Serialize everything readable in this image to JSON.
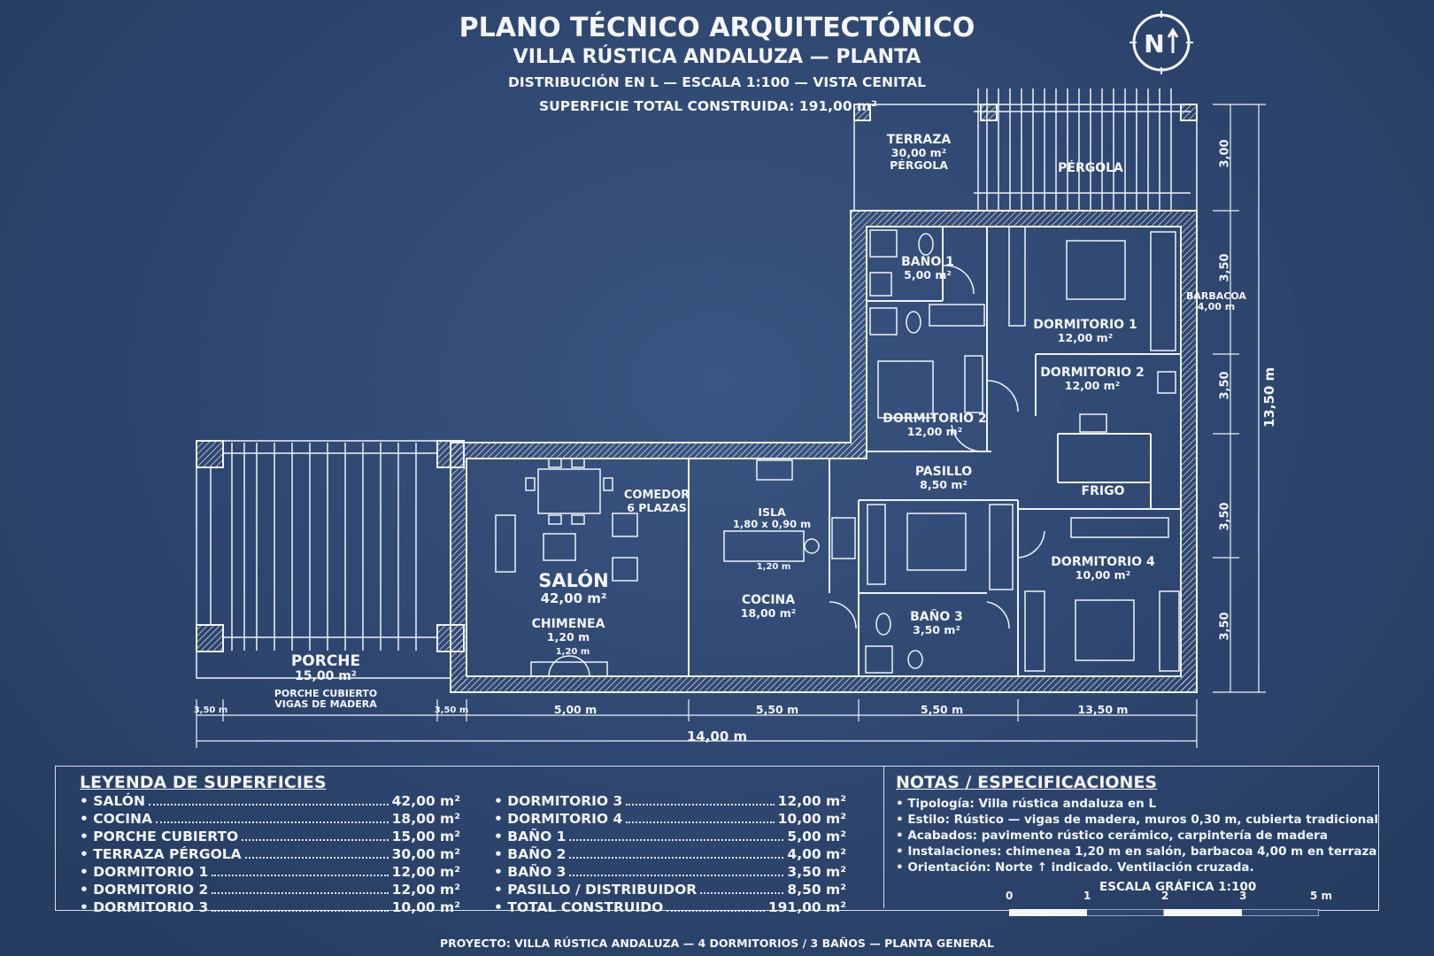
{
  "header": {
    "title": "PLANO TÉCNICO ARQUITECTÓNICO",
    "subtitle": "VILLA RÚSTICA ANDALUZA — PLANTA",
    "line3": "DISTRIBUCIÓN EN L — ESCALA 1:100 — VISTA CENITAL",
    "line4": "SUPERFICIE TOTAL CONSTRUIDA: 191,00 m²"
  },
  "north": "N",
  "rooms": {
    "terraza": {
      "name": "TERRAZA",
      "area": "30,00 m²",
      "sub": "PÉRGOLA"
    },
    "pergola": {
      "name": "PÉRGOLA"
    },
    "bano1": {
      "name": "BAÑO 1",
      "area": "5,00 m²"
    },
    "dorm1": {
      "name": "DORMITORIO 1",
      "area": "12,00 m²"
    },
    "barbacoa": {
      "name": "BARBACOA",
      "area": "4,00 m"
    },
    "dorm2a": {
      "name": "DORMITORIO 2",
      "area": "12,00 m²"
    },
    "dorm2b": {
      "name": "DORMITORIO 2",
      "area": "12,00 m²"
    },
    "pasillo": {
      "name": "PASILLO",
      "area": "8,50 m²"
    },
    "frigo": {
      "name": "FRIGO"
    },
    "comedor": {
      "name": "COMEDOR",
      "sub": "6 PLAZAS"
    },
    "isla": {
      "name": "ISLA",
      "sub": "1,80 x 0,90 m",
      "dim": "1,20 m"
    },
    "salon": {
      "name": "SALÓN",
      "area": "42,00 m²"
    },
    "chimenea": {
      "name": "CHIMENEA",
      "sub": "1,20 m",
      "dim": "1,20 m"
    },
    "cocina": {
      "name": "COCINA",
      "area": "18,00 m²"
    },
    "bano3": {
      "name": "BAÑO 3",
      "area": "3,50 m²"
    },
    "dorm4": {
      "name": "DORMITORIO 4",
      "area": "10,00 m²"
    },
    "porche": {
      "name": "PORCHE",
      "area": "15,00 m²",
      "sub1": "PORCHE CUBIERTO",
      "sub2": "VIGAS DE MADERA"
    }
  },
  "dims": {
    "bottom": [
      "3,50 m",
      "3,50 m",
      "5,00 m",
      "5,50 m",
      "5,50 m",
      "13,50 m"
    ],
    "total": "14,00 m",
    "right": [
      "3,00",
      "3,50",
      "3,50",
      "3,50",
      "3,50"
    ],
    "right_total": "13,50 m"
  },
  "legend": {
    "title": "LEYENDA DE SUPERFICIES",
    "col1": [
      {
        "name": "• SALÓN",
        "value": "42,00 m²"
      },
      {
        "name": "• COCINA",
        "value": "18,00 m²"
      },
      {
        "name": "• PORCHE CUBIERTO",
        "value": "15,00 m²"
      },
      {
        "name": "• TERRAZA PÉRGOLA",
        "value": "30,00 m²"
      },
      {
        "name": "• DORMITORIO 1",
        "value": "12,00 m²"
      },
      {
        "name": "• DORMITORIO 2",
        "value": "12,00 m²"
      },
      {
        "name": "• DORMITORIO 3",
        "value": "10,00 m²"
      }
    ],
    "col2": [
      {
        "name": "• DORMITORIO 3",
        "value": "12,00 m²"
      },
      {
        "name": "• DORMITORIO 4",
        "value": "10,00 m²"
      },
      {
        "name": "• BAÑO 1",
        "value": "5,00 m²"
      },
      {
        "name": "• BAÑO 2",
        "value": "4,00 m²"
      },
      {
        "name": "• BAÑO 3",
        "value": "3,50 m²"
      },
      {
        "name": "• PASILLO / DISTRIBUIDOR",
        "value": "8,50 m²"
      },
      {
        "name": "• TOTAL CONSTRUIDO",
        "value": "191,00 m²"
      }
    ]
  },
  "notes": {
    "title": "NOTAS / ESPECIFICACIONES",
    "items": [
      "• Tipología: Villa rústica andaluza en L",
      "• Estilo: Rústico — vigas de madera, muros 0,30 m, cubierta tradicional",
      "• Acabados: pavimento rústico cerámico, carpintería de madera",
      "• Instalaciones: chimenea 1,20 m en salón, barbacoa 4,00 m en terraza",
      "• Orientación: Norte ↑ indicado. Ventilación cruzada."
    ],
    "scale_title": "ESCALA GRÁFICA 1:100",
    "scale_ticks": [
      "0",
      "1",
      "2",
      "3",
      "5 m"
    ]
  },
  "footer": "PROYECTO: VILLA RÚSTICA ANDALUZA — 4 DORMITORIOS / 3 BAÑOS — PLANTA GENERAL"
}
